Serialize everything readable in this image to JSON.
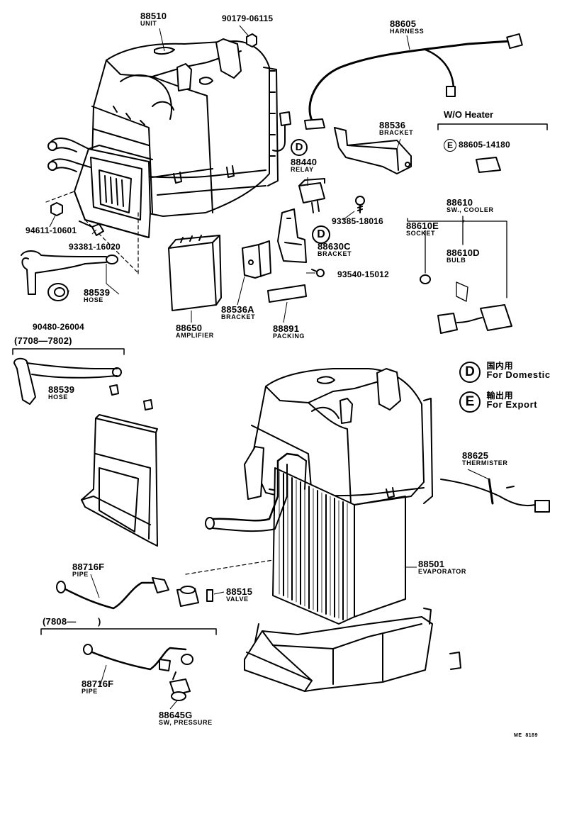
{
  "parts": [
    {
      "number": "88510",
      "name": "UNIT"
    },
    {
      "number": "90179-06115",
      "name": ""
    },
    {
      "number": "88605",
      "name": "HARNESS"
    },
    {
      "number": "88536",
      "name": "BRACKET"
    },
    {
      "number": "88440",
      "name": "RELAY"
    },
    {
      "number": "93385-18016",
      "name": ""
    },
    {
      "number": "88610",
      "name": "SW., COOLER"
    },
    {
      "number": "88610E",
      "name": "SOCKET"
    },
    {
      "number": "88610D",
      "name": "BULB"
    },
    {
      "number": "88630C",
      "name": "BRACKET"
    },
    {
      "number": "93540-15012",
      "name": ""
    },
    {
      "number": "94611-10601",
      "name": ""
    },
    {
      "number": "93381-16020",
      "name": ""
    },
    {
      "number": "88539",
      "name": "HOSE"
    },
    {
      "number": "90480-26004",
      "name": ""
    },
    {
      "number": "88650",
      "name": "AMPLIFIER"
    },
    {
      "number": "88536A",
      "name": "BRACKET"
    },
    {
      "number": "88891",
      "name": "PACKING"
    },
    {
      "number": "88539",
      "name": "HOSE"
    },
    {
      "number": "88625",
      "name": "THERMISTER"
    },
    {
      "number": "88501",
      "name": "EVAPORATOR"
    },
    {
      "number": "88716F",
      "name": "PIPE"
    },
    {
      "number": "88515",
      "name": "VALVE"
    },
    {
      "number": "88716F",
      "name": "PIPE"
    },
    {
      "number": "88645G",
      "name": "SW, PRESSURE"
    }
  ],
  "wo_heater": {
    "title": "W/O Heater",
    "part": "88605-14180"
  },
  "range_1": "(7708—7802)",
  "range_2": "(7808—        )",
  "legend": [
    {
      "letter": "D",
      "jp": "国内用",
      "en": "For Domestic"
    },
    {
      "letter": "E",
      "jp": "輸出用",
      "en": "For Export"
    }
  ],
  "marks": {
    "d1": "D",
    "d2": "D",
    "e1": "E"
  },
  "code": "ME  8189"
}
